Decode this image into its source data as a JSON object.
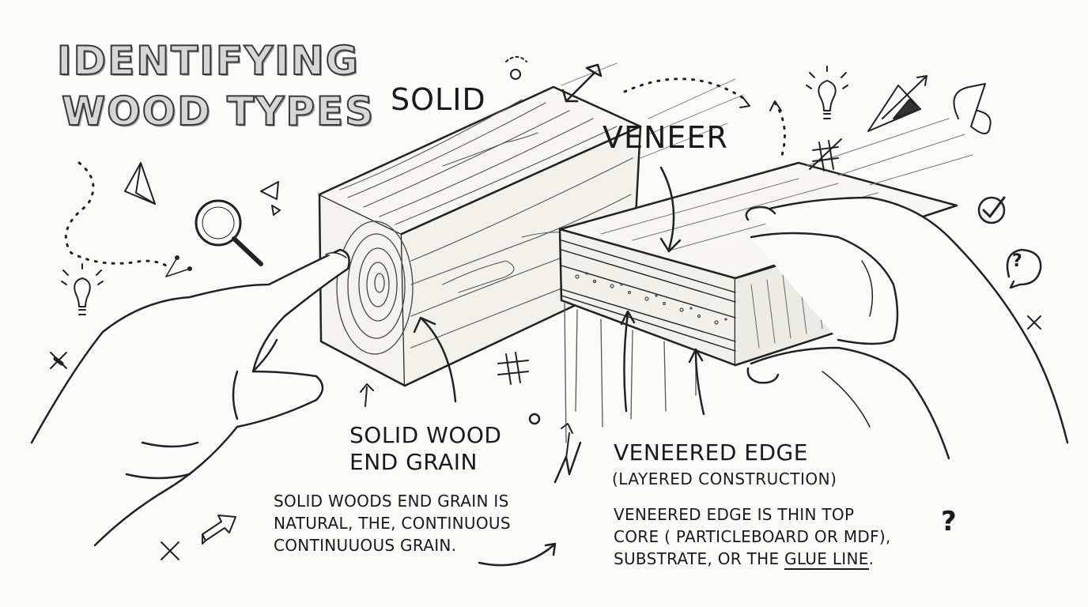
{
  "title": {
    "line1": "IDENTIFYING",
    "line2": "WOOD TYPES"
  },
  "labels": {
    "solid": "SOLID",
    "veneer": "VENEER"
  },
  "solid_section": {
    "heading_line1": "SOLID WOOD",
    "heading_line2": "END GRAIN",
    "body_line1": "SOLID WOODS END GRAIN IS",
    "body_line2": "NATURAL, THE, CONTINUOUS",
    "body_line3": "CONTINUUOUS GRAIN."
  },
  "veneer_section": {
    "heading": "VENEERED EDGE",
    "subheading": "(LAYERED CONSTRUCTION)",
    "body_line1": "VENEERED EDGE IS  THIN TOP",
    "body_line2": "CORE ( PARTICLEBOARD OR MDF),",
    "body_line3_prefix": "SUBSTRATE, OR THE ",
    "body_line3_underlined": "GLUE LINE",
    "body_line3_suffix": "."
  },
  "doodles": {
    "question_mark": "?",
    "question_mark_bubble": "?"
  },
  "icons": [
    "magnifier-icon",
    "lightbulb-icon",
    "checkmark-icon",
    "question-bubble-icon",
    "crosshatch-icon",
    "arrow-icon",
    "cross-icon"
  ]
}
